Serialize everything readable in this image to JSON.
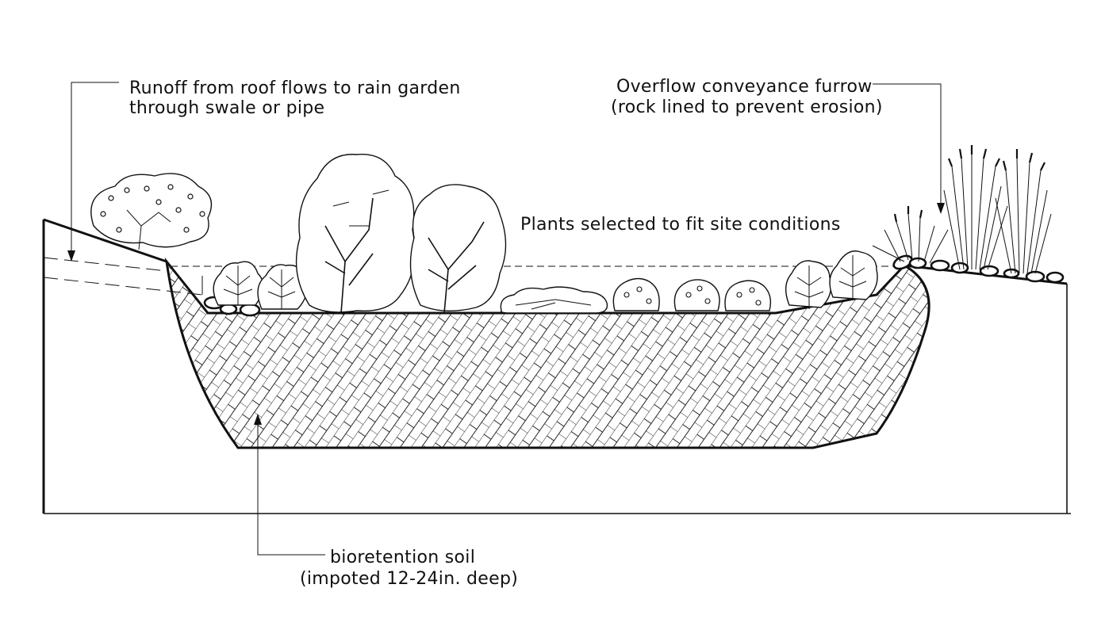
{
  "labels": {
    "runoff_line1": "Runoff from roof flows to rain garden",
    "runoff_line2": "through swale or pipe",
    "overflow_line1": "Overflow conveyance furrow",
    "overflow_line2": "(rock lined to prevent erosion)",
    "plants": "Plants selected to fit site conditions",
    "soil_line1": "bioretention soil",
    "soil_line2": "(impoted 12-24in. deep)"
  },
  "colors": {
    "ink": "#111111",
    "background": "#ffffff"
  },
  "icons": [
    "roof-runoff-arrow",
    "overflow-arrow",
    "soil-leader-arrow",
    "rock-icon",
    "tree-icon",
    "shrub-icon",
    "fern-icon",
    "grass-icon"
  ]
}
